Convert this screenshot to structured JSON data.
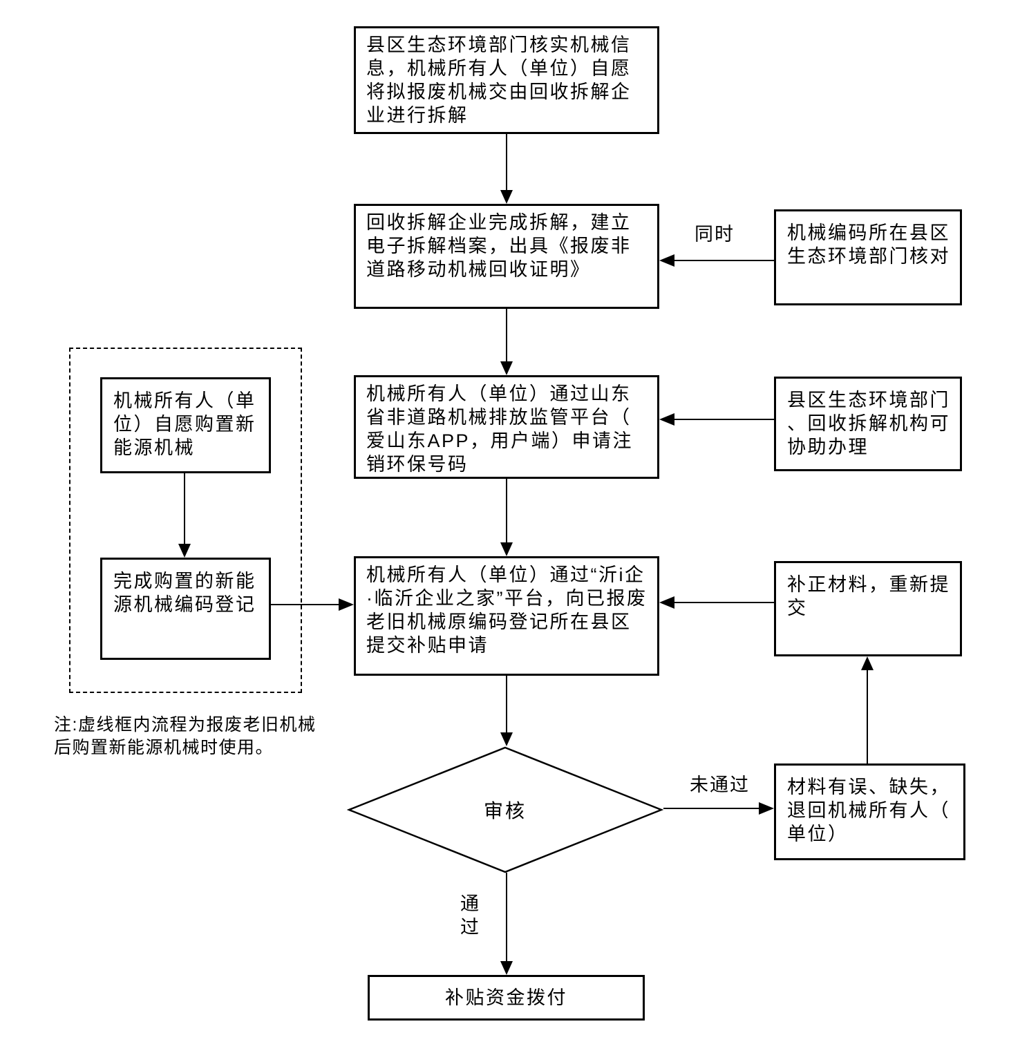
{
  "diagram": {
    "nodes": {
      "verify": "县区生态环境部门核实机械信息，机械所有人（单位）自愿将拟报废机械交由回收拆解企业进行拆解",
      "dismantle": "回收拆解企业完成拆解，建立电子拆解档案，出具《报废非道路移动机械回收证明》",
      "code_check": "机械编码所在县区生态环境部门核对",
      "cancel": "机械所有人（单位）通过山东省非道路机械排放监管平台（爱山东APP，用户端）申请注销环保号码",
      "assist": "县区生态环境部门、回收拆解机构可协助办理",
      "purchase": "机械所有人（单位）自愿购置新能源机械",
      "register": "完成购置的新能源机械编码登记",
      "apply": "机械所有人（单位）通过“沂i企·临沂企业之家”平台，向已报废老旧机械原编码登记所在县区提交补贴申请",
      "resubmit": "补正材料，重新提交",
      "review": "审核",
      "return": "材料有误、缺失，退回机械所有人（单位）",
      "payment": "补贴资金拨付"
    },
    "edge_labels": {
      "simultaneous": "同时",
      "fail": "未通过",
      "pass": "通过"
    },
    "note": "注:虚线框内流程为报废老旧机械后购置新能源机械时使用。",
    "colors": {
      "line": "#000000",
      "background": "#ffffff",
      "text": "#000000"
    }
  }
}
